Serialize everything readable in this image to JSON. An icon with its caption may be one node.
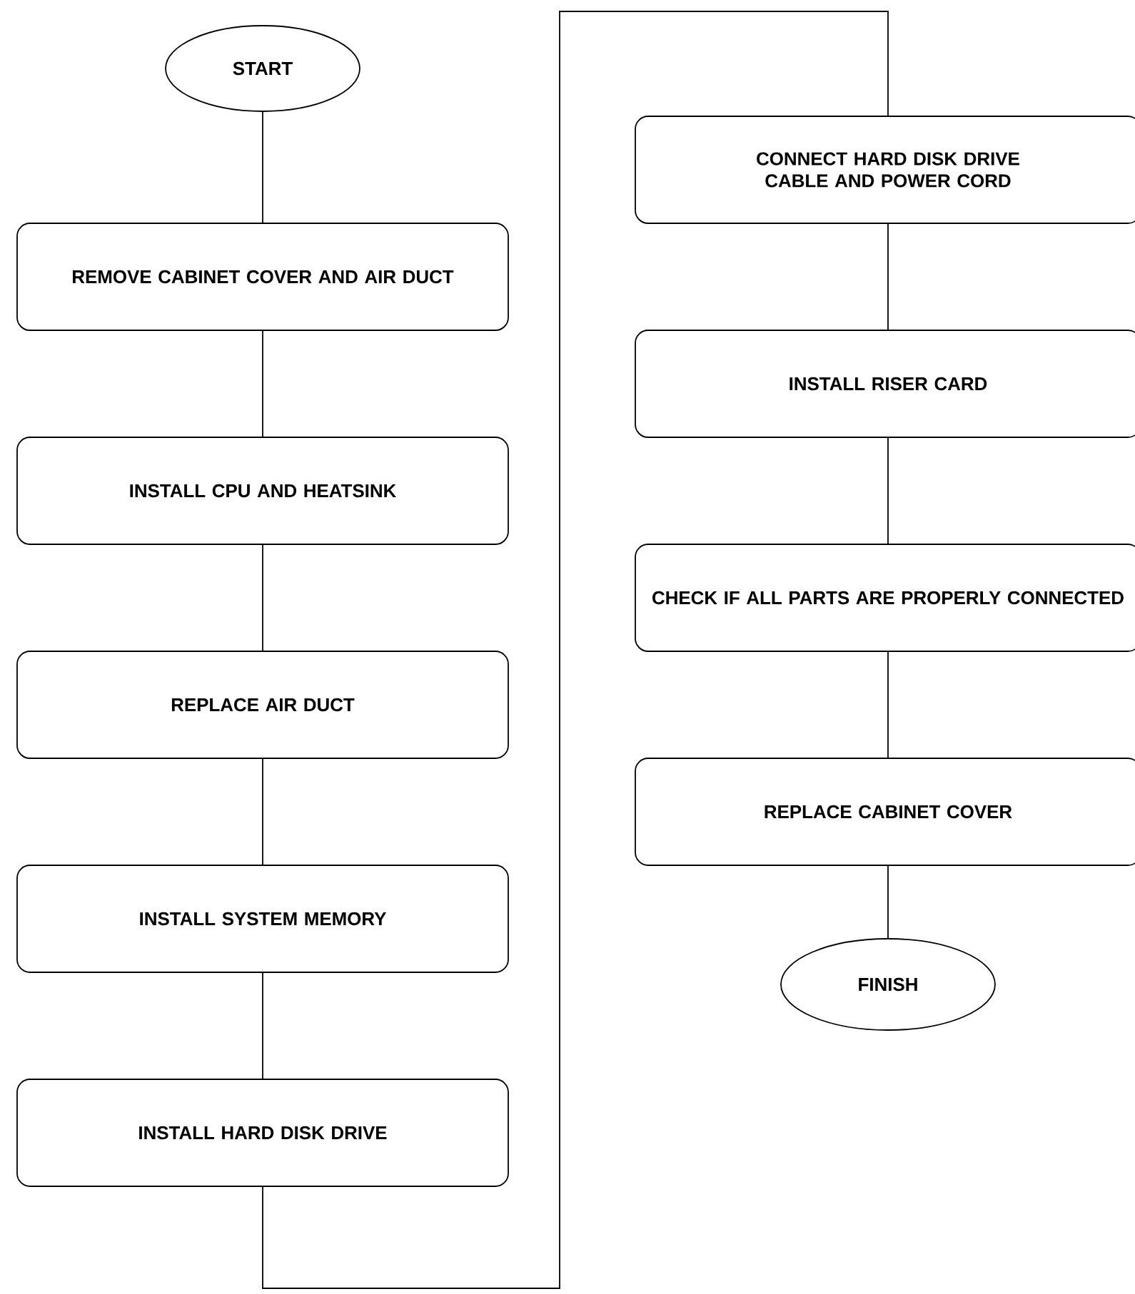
{
  "diagram": {
    "nodes": [
      {
        "text": [
          "START"
        ]
      },
      {
        "text": [
          "REMOVE CABINET COVER AND AIR DUCT"
        ]
      },
      {
        "text": [
          "INSTALL CPU AND HEATSINK"
        ]
      },
      {
        "text": [
          "REPLACE AIR DUCT"
        ]
      },
      {
        "text": [
          "INSTALL SYSTEM MEMORY"
        ]
      },
      {
        "text": [
          "INSTALL HARD DISK DRIVE"
        ]
      },
      {
        "text": [
          "CONNECT HARD DISK DRIVE CABLE AND POWER CORD"
        ]
      },
      {
        "text": [
          "INSTALL RISER CARD"
        ]
      },
      {
        "text": [
          "CHECK IF ALL PARTS ARE PROPERLY CONNECTED"
        ]
      },
      {
        "text": [
          "REPLACE CABINET COVER"
        ]
      },
      {
        "text": [
          "FINISH"
        ]
      }
    ],
    "edges": [
      {
        "from": 0,
        "to": 1,
        "arrow": "none"
      },
      {
        "from": 1,
        "to": 2,
        "arrow": "none"
      },
      {
        "from": 2,
        "to": 3,
        "arrow": "none"
      },
      {
        "from": 3,
        "to": 4,
        "arrow": "none"
      },
      {
        "from": 4,
        "to": 5,
        "arrow": "none"
      },
      {
        "from": 5,
        "to": 6,
        "arrow": "none"
      },
      {
        "from": 6,
        "to": 7,
        "arrow": "none"
      },
      {
        "from": 7,
        "to": 8,
        "arrow": "none"
      },
      {
        "from": 8,
        "to": 9,
        "arrow": "none"
      },
      {
        "from": 9,
        "to": 10,
        "arrow": "none"
      }
    ]
  }
}
